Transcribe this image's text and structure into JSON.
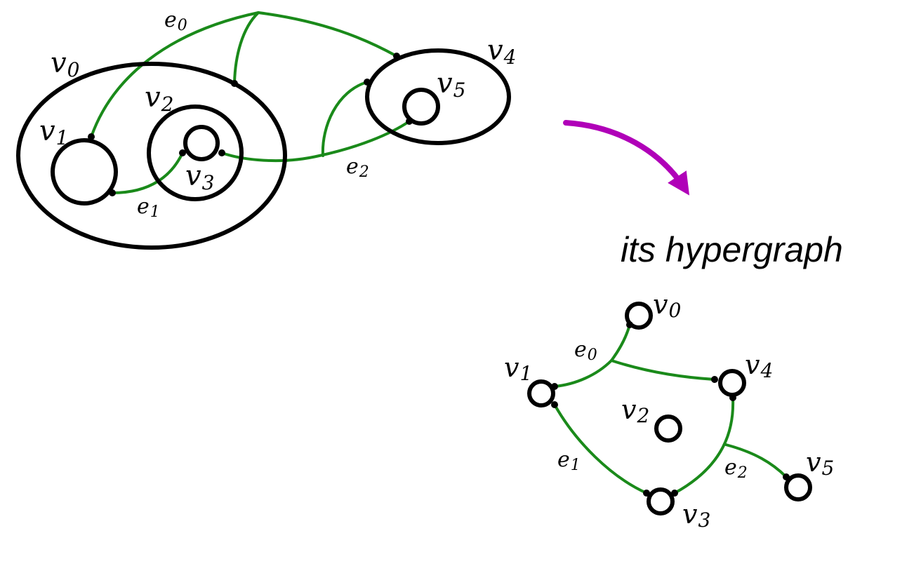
{
  "colors": {
    "edge": "#1a8a1a",
    "node": "#000000",
    "arrow": "#b000b8"
  },
  "caption": "its hypergraph",
  "left": {
    "vertices": [
      {
        "base": "v",
        "sub": "0"
      },
      {
        "base": "v",
        "sub": "1"
      },
      {
        "base": "v",
        "sub": "2"
      },
      {
        "base": "v",
        "sub": "3"
      },
      {
        "base": "v",
        "sub": "4"
      },
      {
        "base": "v",
        "sub": "5"
      }
    ],
    "edges": [
      {
        "base": "e",
        "sub": "0"
      },
      {
        "base": "e",
        "sub": "1"
      },
      {
        "base": "e",
        "sub": "2"
      }
    ]
  },
  "right": {
    "vertices": [
      {
        "base": "v",
        "sub": "0"
      },
      {
        "base": "v",
        "sub": "1"
      },
      {
        "base": "v",
        "sub": "2"
      },
      {
        "base": "v",
        "sub": "3"
      },
      {
        "base": "v",
        "sub": "4"
      },
      {
        "base": "v",
        "sub": "5"
      }
    ],
    "edges": [
      {
        "base": "e",
        "sub": "0"
      },
      {
        "base": "e",
        "sub": "1"
      },
      {
        "base": "e",
        "sub": "2"
      }
    ]
  }
}
